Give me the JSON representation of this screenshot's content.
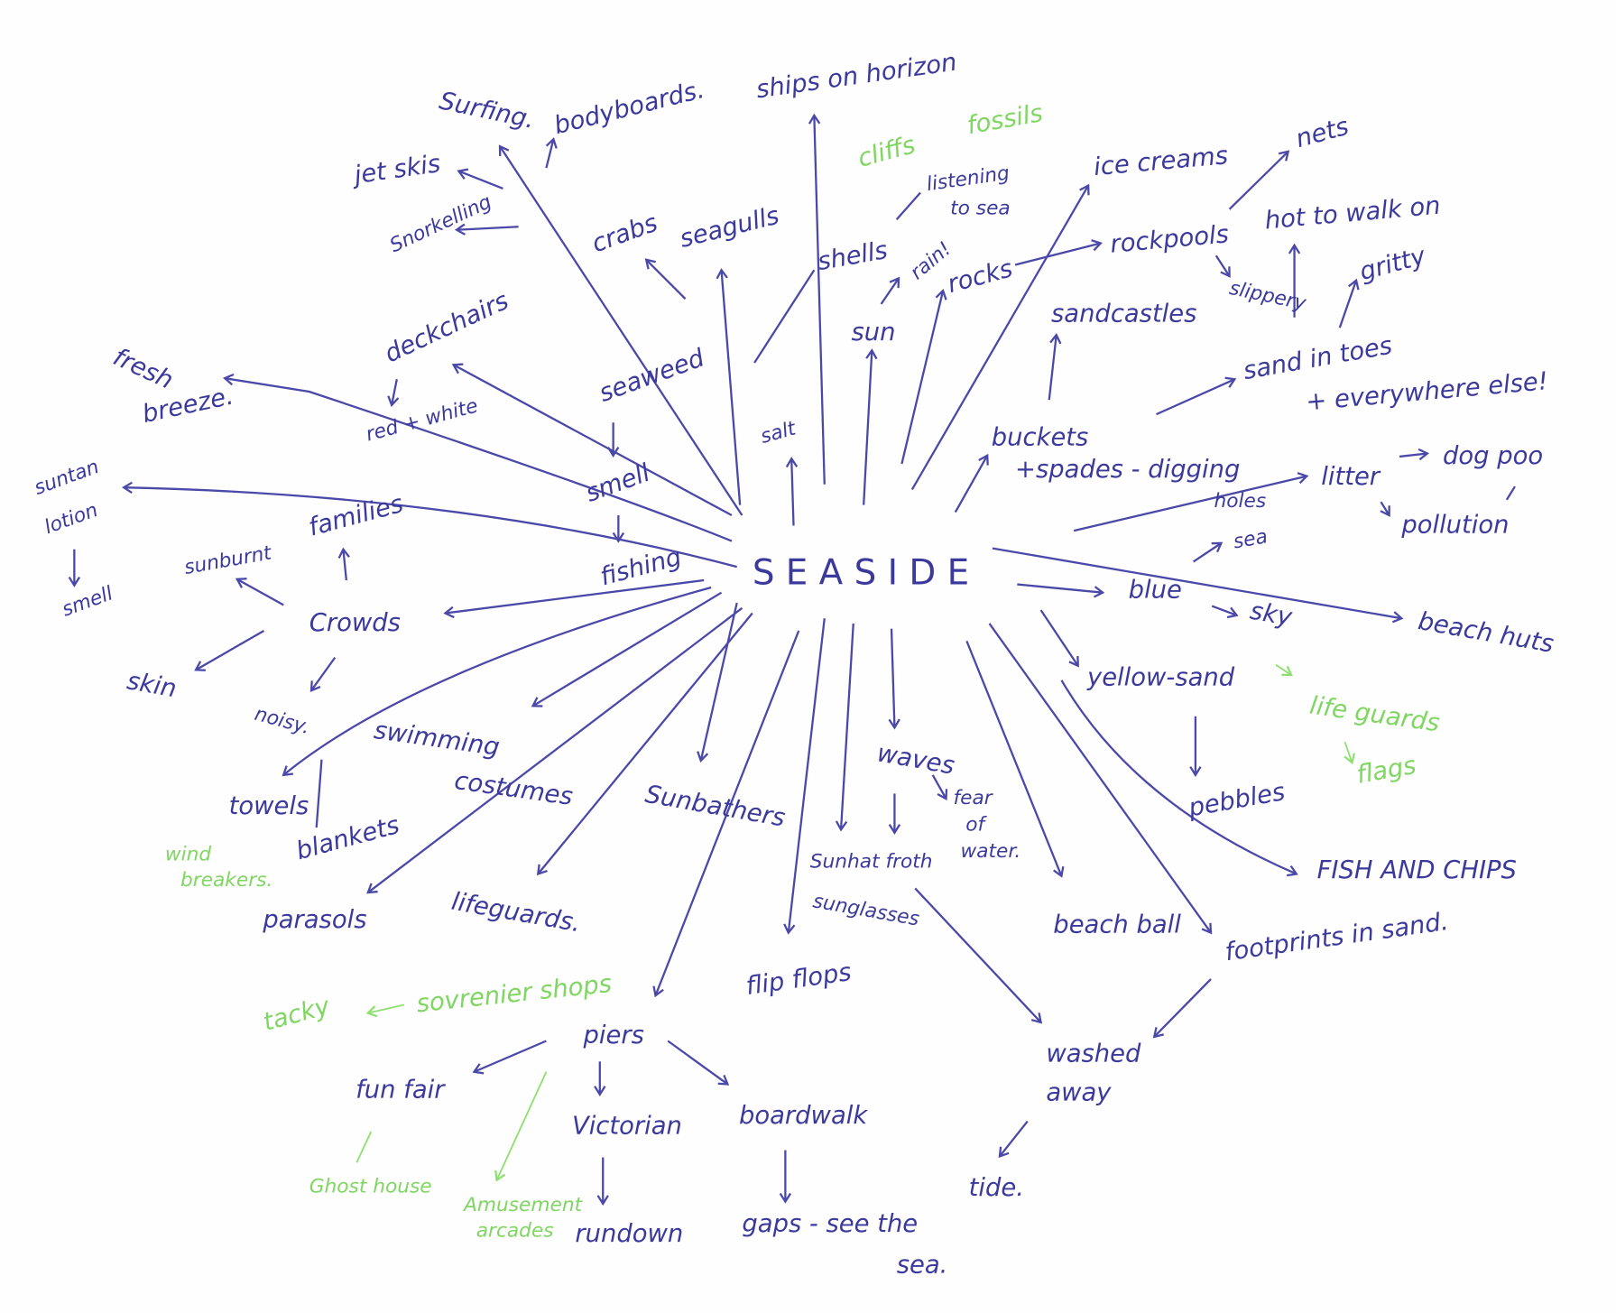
{
  "center": "S E A S I D E",
  "nodes": {
    "surfing": "Surfing.",
    "bodyboards": "bodyboards.",
    "ships": "ships on horizon",
    "jetskis": "jet skis",
    "snorkelling": "Snorkelling",
    "crabs": "crabs",
    "seagulls": "seagulls",
    "listening1": "listening",
    "listening2": "to sea",
    "shells": "shells",
    "rain": "rain!",
    "rocks": "rocks",
    "icecreams": "ice creams",
    "nets": "nets",
    "rockpools": "rockpools",
    "hot": "hot to walk on",
    "slippery": "slippery",
    "gritty": "gritty",
    "sandcastles": "sandcastles",
    "sandtoes": "sand in toes",
    "everywhere": "+ everywhere else!",
    "sun": "sun",
    "deckchairs": "deckchairs",
    "redwhite": "red + white",
    "fresh": "fresh",
    "breeze": "breeze.",
    "seaweed": "seaweed",
    "salt": "salt",
    "buckets": "buckets",
    "spades": "+spades - digging",
    "holes": "holes",
    "litter": "litter",
    "dogpoo": "dog poo",
    "pollution": "pollution",
    "smell1": "smell",
    "suntan": "suntan",
    "lotion": "lotion",
    "smell2": "smell",
    "families": "families",
    "sunburnt": "sunburnt",
    "fishing": "fishing",
    "crowds": "Crowds",
    "sea": "sea",
    "blue": "blue",
    "sky": "sky",
    "beachhuts": "beach huts",
    "skin": "skin",
    "yellowsand": "yellow-sand",
    "noisy": "noisy.",
    "swimming": "swimming",
    "costumes": "costumes",
    "towels": "towels",
    "sunbathers": "Sunbathers",
    "waves": "waves",
    "pebbles": "pebbles",
    "fear": "fear",
    "of": "of",
    "water": "water.",
    "blankets": "blankets",
    "sunhat": "Sunhat froth",
    "fishchips": "FISH AND CHIPS",
    "parasols": "parasols",
    "lifeguards": "lifeguards.",
    "sunglasses": "sunglasses",
    "beachball": "beach ball",
    "footprints": "footprints in sand.",
    "flipflops": "flip flops",
    "piers": "piers",
    "washed": "washed",
    "away": "away",
    "funfair": "fun fair",
    "victorian": "Victorian",
    "boardwalk": "boardwalk",
    "tide": "tide.",
    "rundown": "rundown",
    "gaps": "gaps - see the",
    "gapssea": "sea."
  },
  "green_nodes": {
    "cliffs": "cliffs",
    "fossils": "fossils",
    "lifeguards": "life guards",
    "flags": "flags",
    "wind": "wind",
    "breakers": "breakers.",
    "tacky": "tacky",
    "shops": "sovrenier shops",
    "ghost": "Ghost house",
    "amusement": "Amusement",
    "arcades": "arcades"
  },
  "colors": {
    "ink": "#3b3a9c",
    "green": "#7fd661"
  }
}
